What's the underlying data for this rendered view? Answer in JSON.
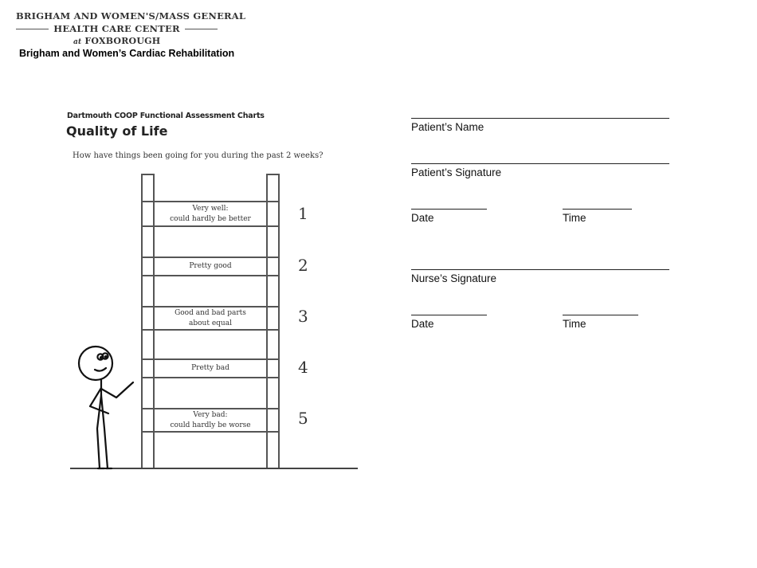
{
  "letterhead": {
    "line1": "BRIGHAM AND WOMEN'S/MASS GENERAL",
    "line2": "HEALTH CARE CENTER",
    "line3_prefix": "at",
    "line3": "FOXBOROUGH",
    "subtitle": "Brigham and Women’s Cardiac Rehabilitation"
  },
  "chart": {
    "source": "Dartmouth COOP Functional Assessment Charts",
    "title": "Quality of Life",
    "question": "How have things been going for you during the past 2 weeks?",
    "options": [
      {
        "score": "1",
        "line1": "Very well:",
        "line2": "could hardly be better"
      },
      {
        "score": "2",
        "line1": "Pretty good",
        "line2": ""
      },
      {
        "score": "3",
        "line1": "Good and bad parts",
        "line2": "about equal"
      },
      {
        "score": "4",
        "line1": "Pretty bad",
        "line2": ""
      },
      {
        "score": "5",
        "line1": "Very bad:",
        "line2": "could hardly be worse"
      }
    ],
    "illustration": "stick-figure-beside-ladder"
  },
  "signature_block": {
    "patient_name_label": "Patient’s Name",
    "patient_signature_label": "Patient’s Signature",
    "patient_date_label": "Date",
    "patient_time_label": "Time",
    "nurse_signature_label": "Nurse’s Signature",
    "nurse_date_label": "Date",
    "nurse_time_label": "Time"
  }
}
